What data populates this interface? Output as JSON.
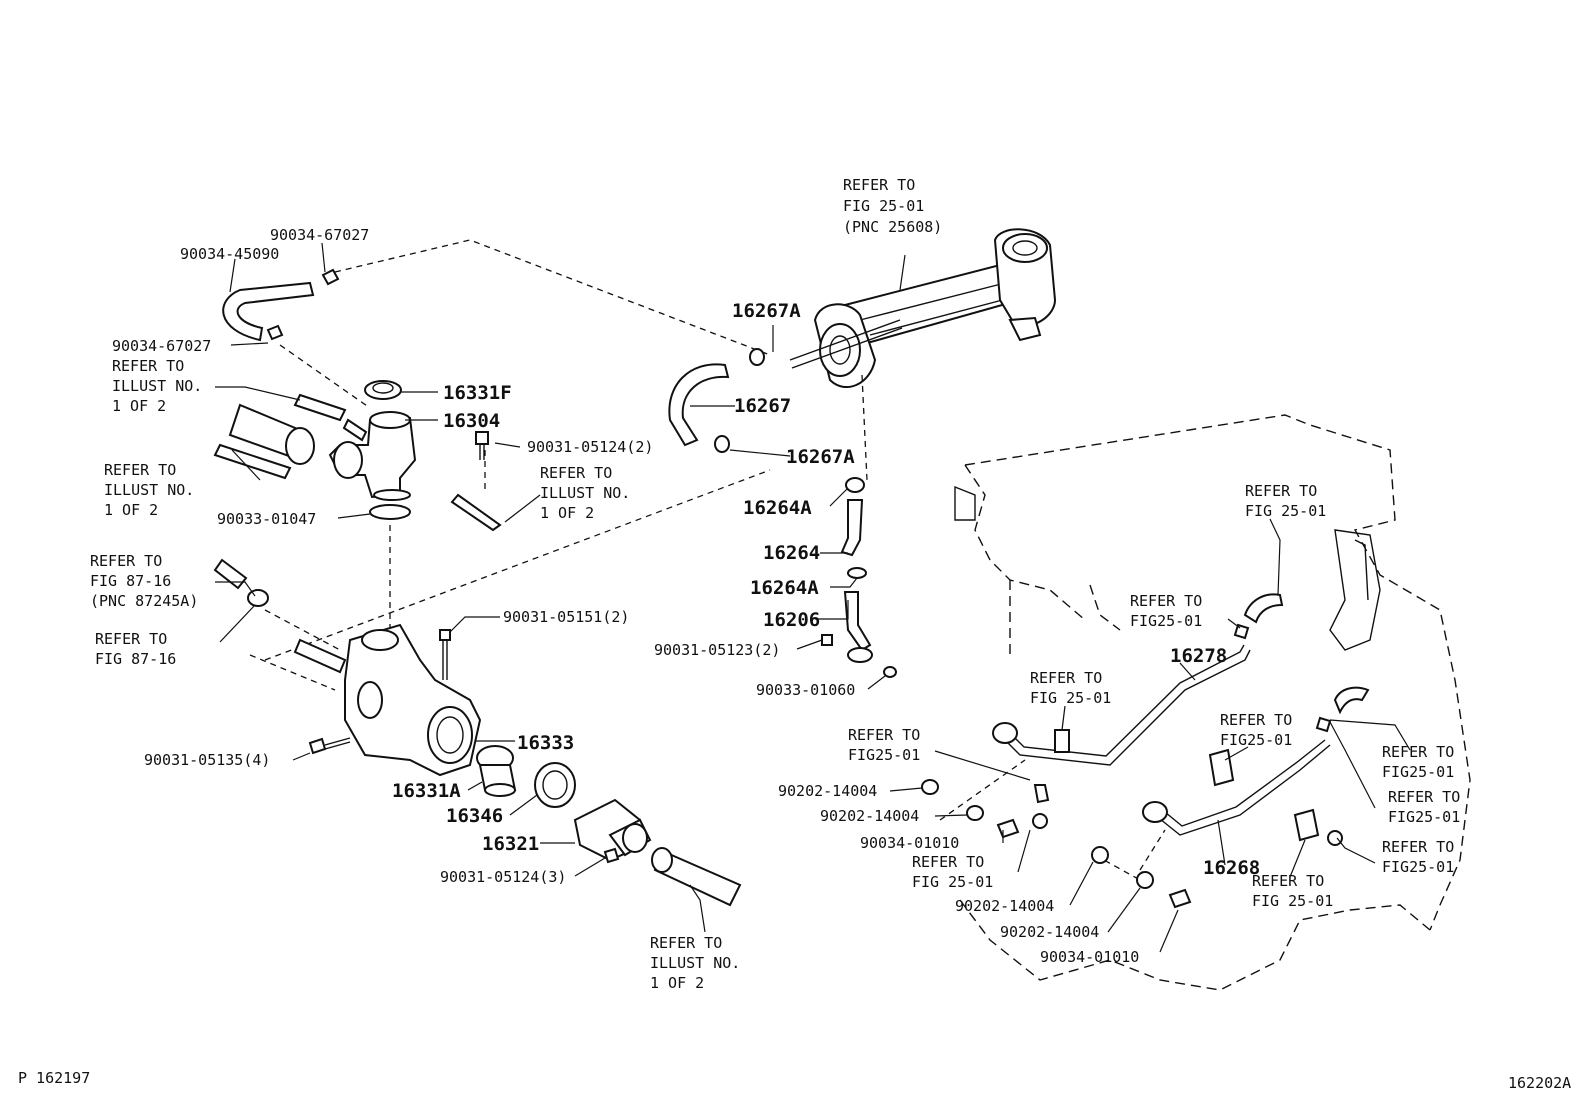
{
  "top_refer": [
    "REFER TO",
    "FIG 25-01",
    "(PNC 25608)"
  ],
  "parts": {
    "p_9003467027_top": "90034-67027",
    "p_9003445090": "90034-45090",
    "p_9003467027_mid": "90034-67027",
    "p_16331F": "16331F",
    "p_16304": "16304",
    "p_900310512_2": "90031-05124(2)",
    "p_9003301047": "90033-01047",
    "p_9003105151": "90031-05151(2)",
    "p_9003105135": "90031-05135(4)",
    "p_16333": "16333",
    "p_16331A": "16331A",
    "p_16346": "16346",
    "p_16321": "16321",
    "p_9003105124_3": "90031-05124(3)",
    "p_16267A_top": "16267A",
    "p_16267": "16267",
    "p_16267A_bot": "16267A",
    "p_16264A_top": "16264A",
    "p_16264": "16264",
    "p_16264A_bot": "16264A",
    "p_16206": "16206",
    "p_9003105123": "90031-05123(2)",
    "p_9003301060": "90033-01060",
    "p_16278": "16278",
    "p_16268": "16268",
    "p_90202_a": "90202-14004",
    "p_90202_b": "90202-14004",
    "p_90034_01010_a": "90034-01010",
    "p_90202_c": "90202-14004",
    "p_90202_d": "90202-14004",
    "p_90034_01010_b": "90034-01010"
  },
  "refs": {
    "illust_1": [
      "REFER TO",
      "ILLUST NO.",
      "1 OF 2"
    ],
    "illust_2": [
      "REFER TO",
      "ILLUST NO.",
      "1 OF 2"
    ],
    "illust_3": [
      "REFER TO",
      "ILLUST NO.",
      "1 OF 2"
    ],
    "illust_4": [
      "REFER TO",
      "ILLUST NO.",
      "1 OF 2"
    ],
    "fig8716_a": [
      "REFER TO",
      "FIG 87-16",
      "(PNC 87245A)"
    ],
    "fig8716_b": [
      "REFER TO",
      "FIG 87-16"
    ],
    "fig2501_r1": [
      "REFER TO",
      "FIG 25-01"
    ],
    "fig2501_r2": [
      "REFER TO",
      "FIG25-01"
    ],
    "fig2501_r3": [
      "REFER TO",
      "FIG 25-01"
    ],
    "fig2501_r4": [
      "REFER TO",
      "FIG25-01"
    ],
    "fig2501_r5": [
      "REFER TO",
      "FIG25-01"
    ],
    "fig2501_r6": [
      "REFER TO",
      "FIG25-01"
    ],
    "fig2501_r7": [
      "REFER TO",
      "FIG25-01"
    ],
    "fig2501_r8": [
      "REFER TO",
      "FIG25-01"
    ],
    "fig2501_r9": [
      "REFER TO",
      "FIG 25-01"
    ],
    "fig2501_r10": [
      "REFER TO",
      "FIG 25-01"
    ]
  },
  "footer": {
    "left": "P 162197",
    "right": "162202A"
  }
}
